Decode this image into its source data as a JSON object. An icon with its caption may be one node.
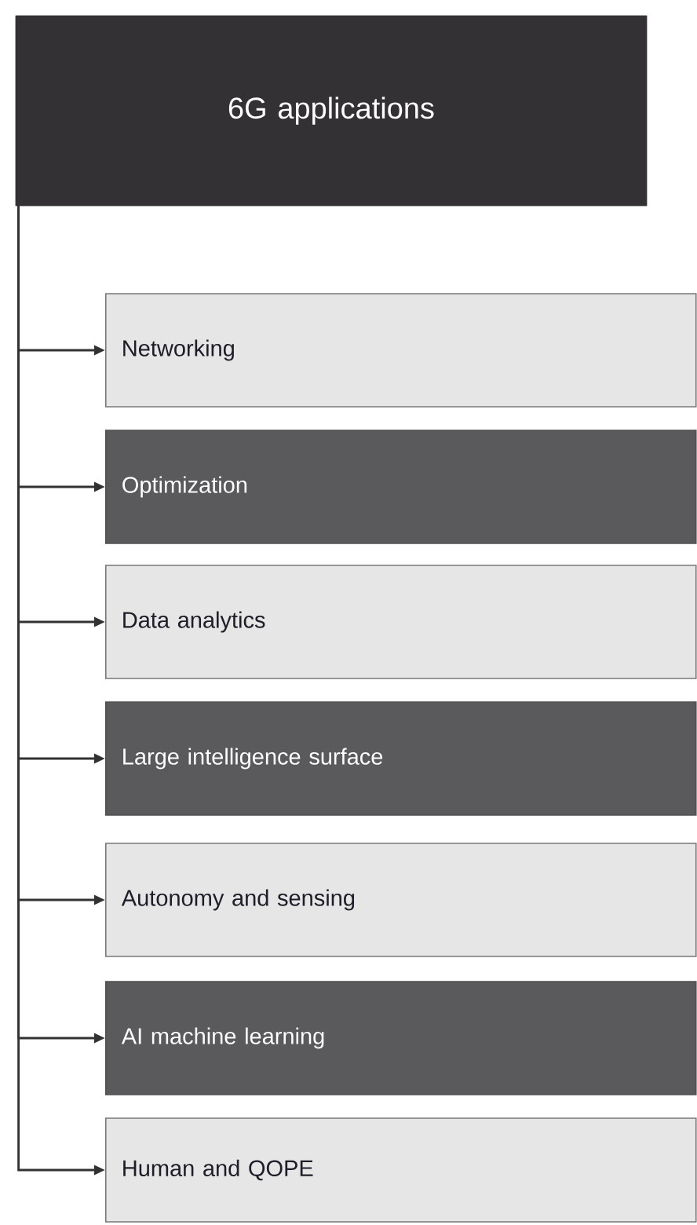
{
  "diagram": {
    "nodes": [
      {
        "text": [
          "6G applications"
        ]
      },
      {
        "text": [
          "Networking"
        ]
      },
      {
        "text": [
          "Optimization"
        ]
      },
      {
        "text": [
          "Data analytics"
        ]
      },
      {
        "text": [
          "Large intelligence surface"
        ]
      },
      {
        "text": [
          "Autonomy and sensing"
        ]
      },
      {
        "text": [
          "AI machine learning"
        ]
      },
      {
        "text": [
          "Human and QOPE"
        ]
      }
    ],
    "edges": [
      {
        "from": 0,
        "to": 1,
        "arrow": "to"
      },
      {
        "from": 0,
        "to": 2,
        "arrow": "to"
      },
      {
        "from": 0,
        "to": 3,
        "arrow": "to"
      },
      {
        "from": 0,
        "to": 4,
        "arrow": "to"
      },
      {
        "from": 0,
        "to": 5,
        "arrow": "to"
      },
      {
        "from": 0,
        "to": 6,
        "arrow": "to"
      },
      {
        "from": 0,
        "to": 7,
        "arrow": "to"
      }
    ]
  }
}
